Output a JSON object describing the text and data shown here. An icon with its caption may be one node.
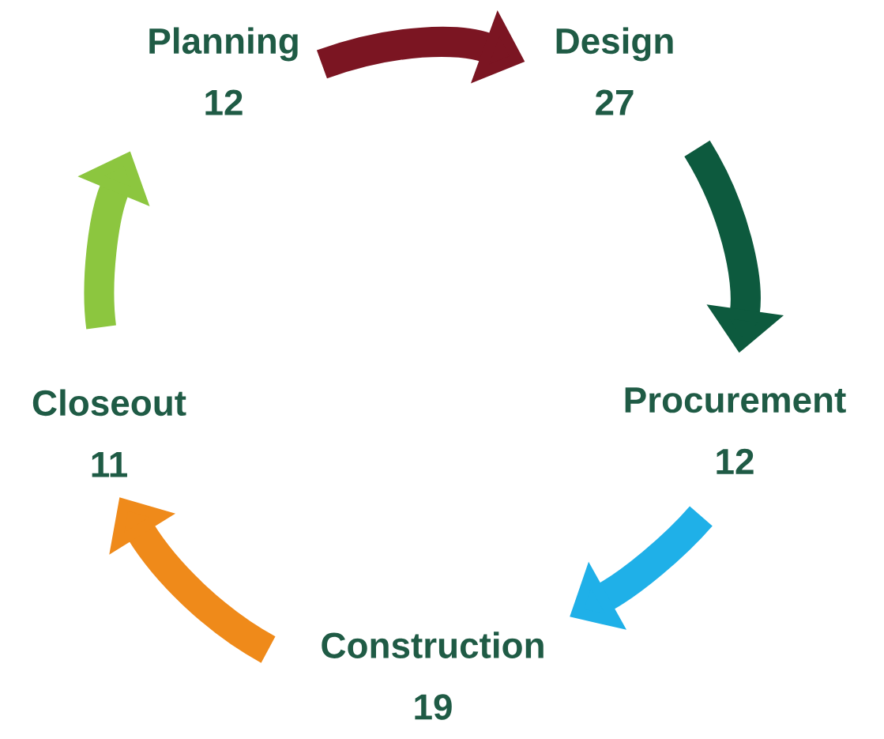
{
  "diagram": {
    "nodes": [
      {
        "text": [
          "Planning",
          "12"
        ]
      },
      {
        "text": [
          "Design",
          "27"
        ]
      },
      {
        "text": [
          "Procurement",
          "12"
        ]
      },
      {
        "text": [
          "Construction",
          "19"
        ]
      },
      {
        "text": [
          "Closeout",
          "11"
        ]
      }
    ],
    "edges": [
      {
        "from": 0,
        "to": 1,
        "arrow": "to",
        "color": "#7b1522"
      },
      {
        "from": 1,
        "to": 2,
        "arrow": "to",
        "color": "#0d5a3e"
      },
      {
        "from": 2,
        "to": 3,
        "arrow": "to",
        "color": "#1fb0e8"
      },
      {
        "from": 3,
        "to": 4,
        "arrow": "to",
        "color": "#ef8a1a"
      },
      {
        "from": 4,
        "to": 0,
        "arrow": "to",
        "color": "#8cc63f"
      }
    ]
  }
}
